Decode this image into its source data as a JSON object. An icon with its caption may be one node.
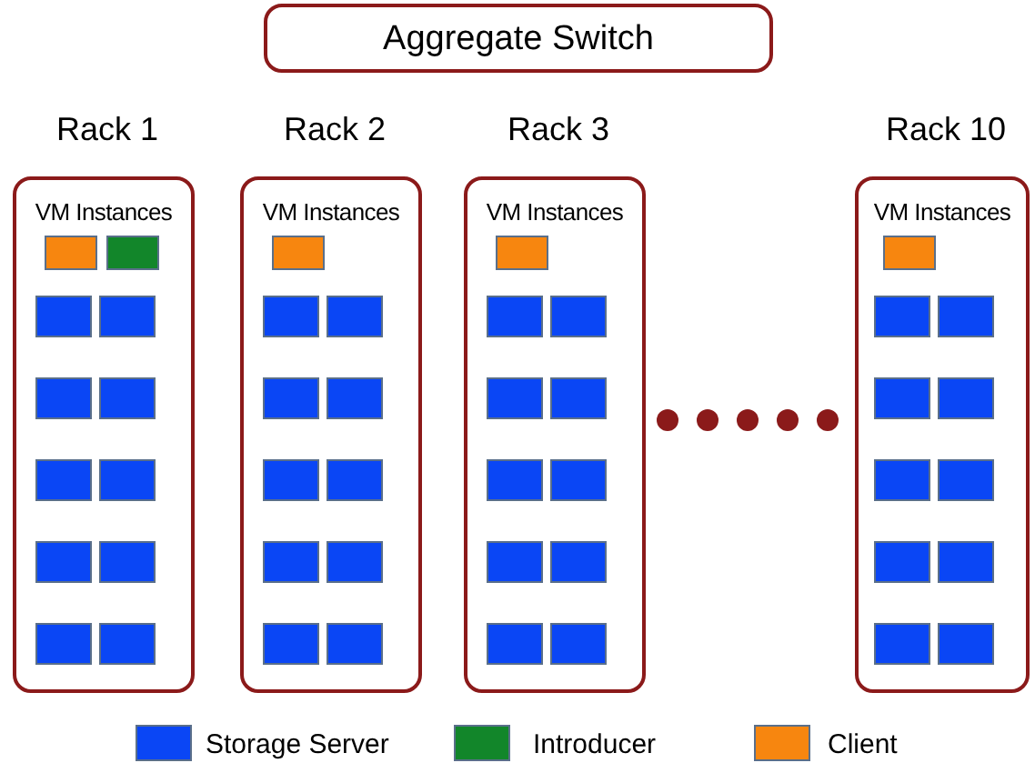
{
  "diagram": {
    "nodes": [
      {
        "text": [
          "Aggregate Switch"
        ]
      },
      {
        "text": [
          "Rack 1",
          "VM Instances"
        ]
      },
      {
        "text": [
          "Rack 2",
          "VM Instances"
        ]
      },
      {
        "text": [
          "Rack 3",
          "VM Instances"
        ]
      },
      {
        "text": [
          "Rack 10",
          "VM Instances"
        ]
      }
    ],
    "edges": [],
    "legend": [
      {
        "text": "Storage Server",
        "color": "#0a46f5"
      },
      {
        "text": "Introducer",
        "color": "#12862a"
      },
      {
        "text": "Client",
        "color": "#f7860f"
      }
    ]
  }
}
